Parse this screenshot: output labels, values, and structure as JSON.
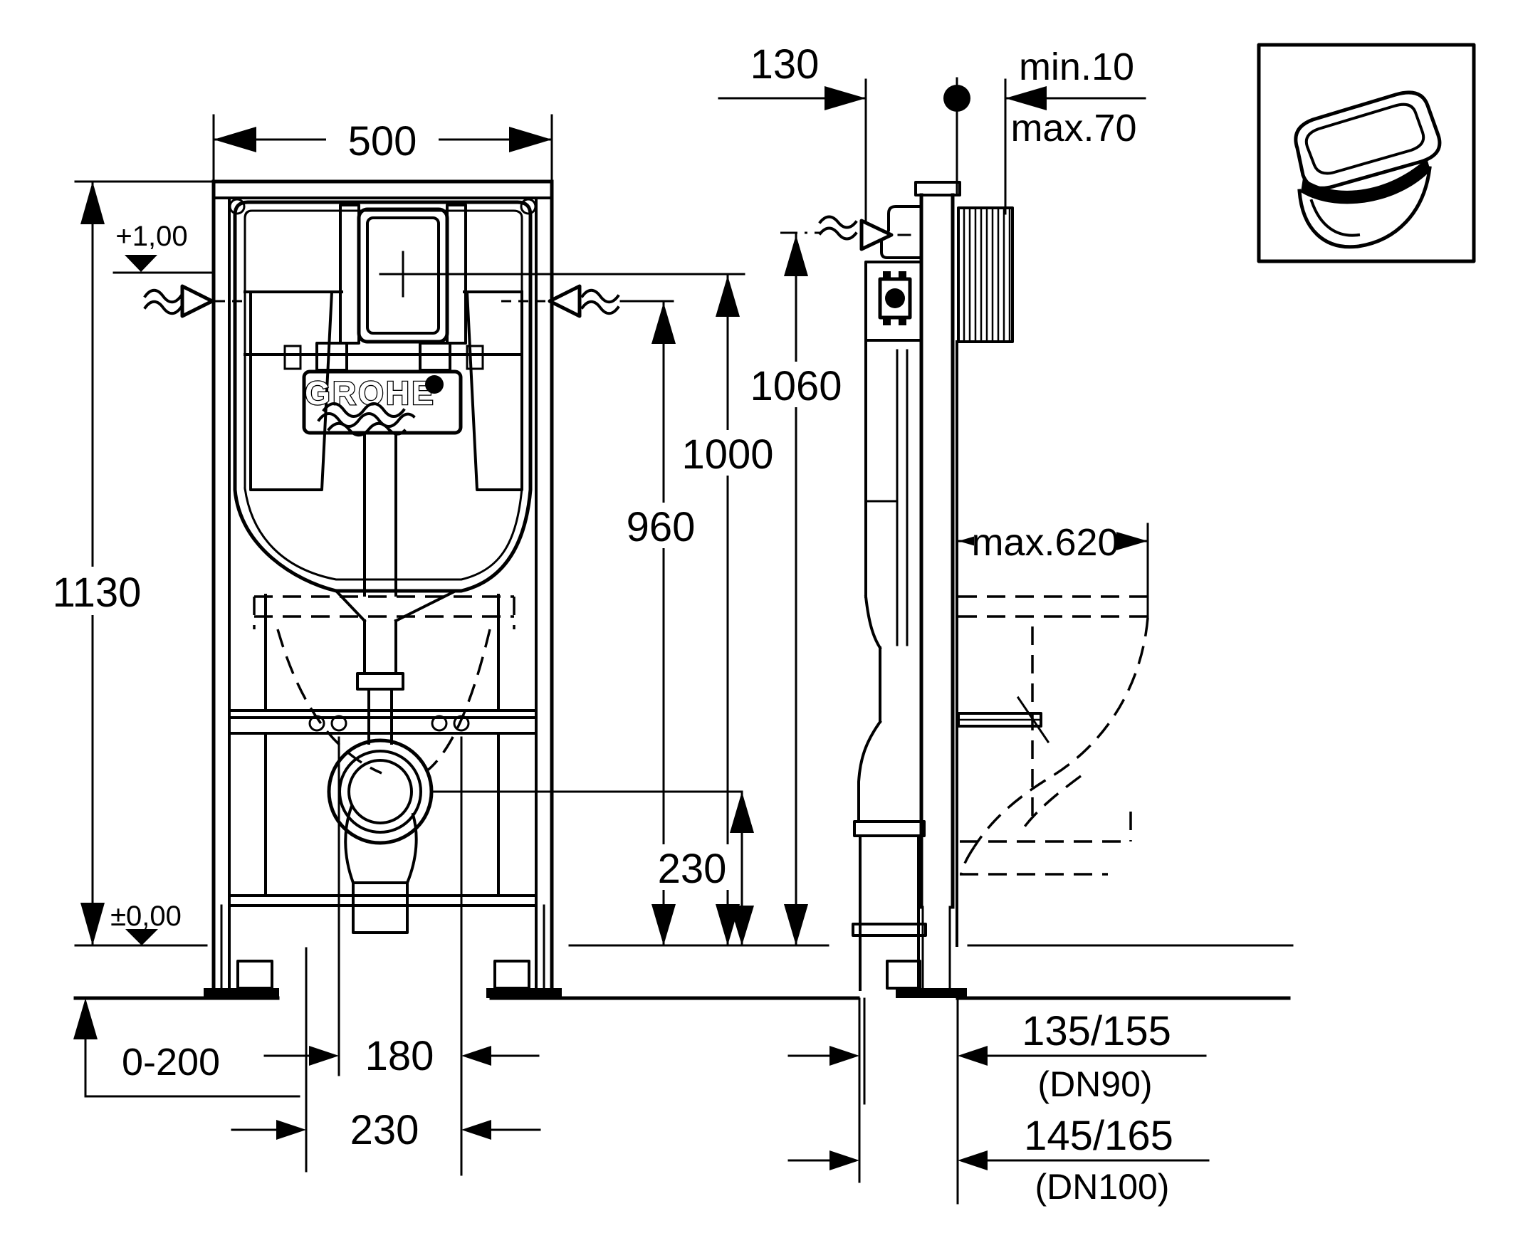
{
  "front_view": {
    "width": "500",
    "height": "1130",
    "level_upper": "+1,00",
    "level_floor": "±0,00",
    "floor_buildup": "0-200",
    "bolt_spacing": "180",
    "pipe_spacing": "230"
  },
  "heights": {
    "water_level": "960",
    "flush_center": "1000",
    "frame_top": "1060",
    "outlet_height": "230"
  },
  "side_view": {
    "frame_depth": "130",
    "wall_finish_min": "min.10",
    "wall_finish_max": "max.70",
    "bowl_depth_max": "max.620",
    "drain_dn90": "135/155",
    "drain_dn90_note": "(DN90)",
    "drain_dn100": "145/165",
    "drain_dn100_note": "(DN100)"
  },
  "logo": {
    "brand": "GROHE"
  }
}
